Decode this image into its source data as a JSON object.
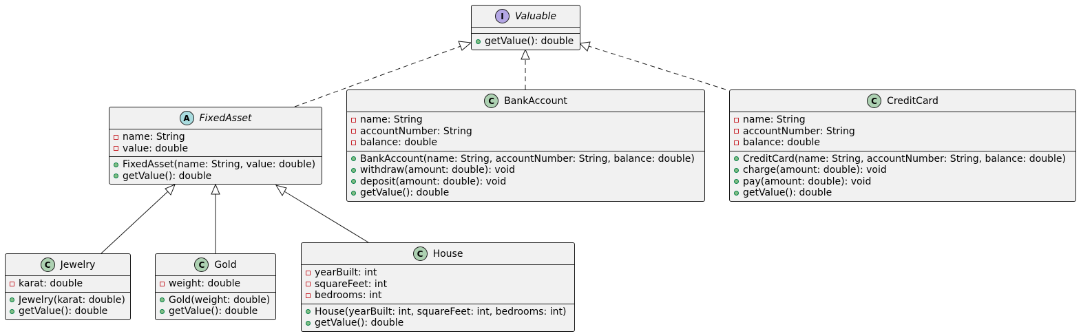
{
  "colors": {
    "box_fill": "#f1f1f1",
    "stroke": "#181818",
    "interface_badge": "#b4a7e5",
    "abstract_badge": "#a9dcdf",
    "class_badge": "#add1b2",
    "private_marker": "#c82930",
    "public_marker": "#84be84"
  },
  "classes": {
    "valuable": {
      "stereotype_letter": "I",
      "name": "Valuable",
      "fields": [],
      "methods": [
        {
          "visibility": "public",
          "text": "getValue(): double"
        }
      ]
    },
    "fixedasset": {
      "stereotype_letter": "A",
      "name": "FixedAsset",
      "fields": [
        {
          "visibility": "private",
          "text": "name: String"
        },
        {
          "visibility": "private",
          "text": "value: double"
        }
      ],
      "methods": [
        {
          "visibility": "public",
          "text": "FixedAsset(name: String, value: double)"
        },
        {
          "visibility": "public",
          "text": "getValue(): double"
        }
      ]
    },
    "bankaccount": {
      "stereotype_letter": "C",
      "name": "BankAccount",
      "fields": [
        {
          "visibility": "private",
          "text": "name: String"
        },
        {
          "visibility": "private",
          "text": "accountNumber: String"
        },
        {
          "visibility": "private",
          "text": "balance: double"
        }
      ],
      "methods": [
        {
          "visibility": "public",
          "text": "BankAccount(name: String, accountNumber: String, balance: double)"
        },
        {
          "visibility": "public",
          "text": "withdraw(amount: double): void"
        },
        {
          "visibility": "public",
          "text": "deposit(amount: double): void"
        },
        {
          "visibility": "public",
          "text": "getValue(): double"
        }
      ]
    },
    "creditcard": {
      "stereotype_letter": "C",
      "name": "CreditCard",
      "fields": [
        {
          "visibility": "private",
          "text": "name: String"
        },
        {
          "visibility": "private",
          "text": "accountNumber: String"
        },
        {
          "visibility": "private",
          "text": "balance: double"
        }
      ],
      "methods": [
        {
          "visibility": "public",
          "text": "CreditCard(name: String, accountNumber: String, balance: double)"
        },
        {
          "visibility": "public",
          "text": "charge(amount: double): void"
        },
        {
          "visibility": "public",
          "text": "pay(amount: double): void"
        },
        {
          "visibility": "public",
          "text": "getValue(): double"
        }
      ]
    },
    "jewelry": {
      "stereotype_letter": "C",
      "name": "Jewelry",
      "fields": [
        {
          "visibility": "private",
          "text": "karat: double"
        }
      ],
      "methods": [
        {
          "visibility": "public",
          "text": "Jewelry(karat: double)"
        },
        {
          "visibility": "public",
          "text": "getValue(): double"
        }
      ]
    },
    "gold": {
      "stereotype_letter": "C",
      "name": "Gold",
      "fields": [
        {
          "visibility": "private",
          "text": "weight: double"
        }
      ],
      "methods": [
        {
          "visibility": "public",
          "text": "Gold(weight: double)"
        },
        {
          "visibility": "public",
          "text": "getValue(): double"
        }
      ]
    },
    "house": {
      "stereotype_letter": "C",
      "name": "House",
      "fields": [
        {
          "visibility": "private",
          "text": "yearBuilt: int"
        },
        {
          "visibility": "private",
          "text": "squareFeet: int"
        },
        {
          "visibility": "private",
          "text": "bedrooms: int"
        }
      ],
      "methods": [
        {
          "visibility": "public",
          "text": "House(yearBuilt: int, squareFeet: int, bedrooms: int)"
        },
        {
          "visibility": "public",
          "text": "getValue(): double"
        }
      ]
    }
  },
  "relations": [
    {
      "from": "FixedAsset",
      "to": "Valuable",
      "kind": "realization"
    },
    {
      "from": "BankAccount",
      "to": "Valuable",
      "kind": "realization"
    },
    {
      "from": "CreditCard",
      "to": "Valuable",
      "kind": "realization"
    },
    {
      "from": "Jewelry",
      "to": "FixedAsset",
      "kind": "generalization"
    },
    {
      "from": "Gold",
      "to": "FixedAsset",
      "kind": "generalization"
    },
    {
      "from": "House",
      "to": "FixedAsset",
      "kind": "generalization"
    }
  ]
}
